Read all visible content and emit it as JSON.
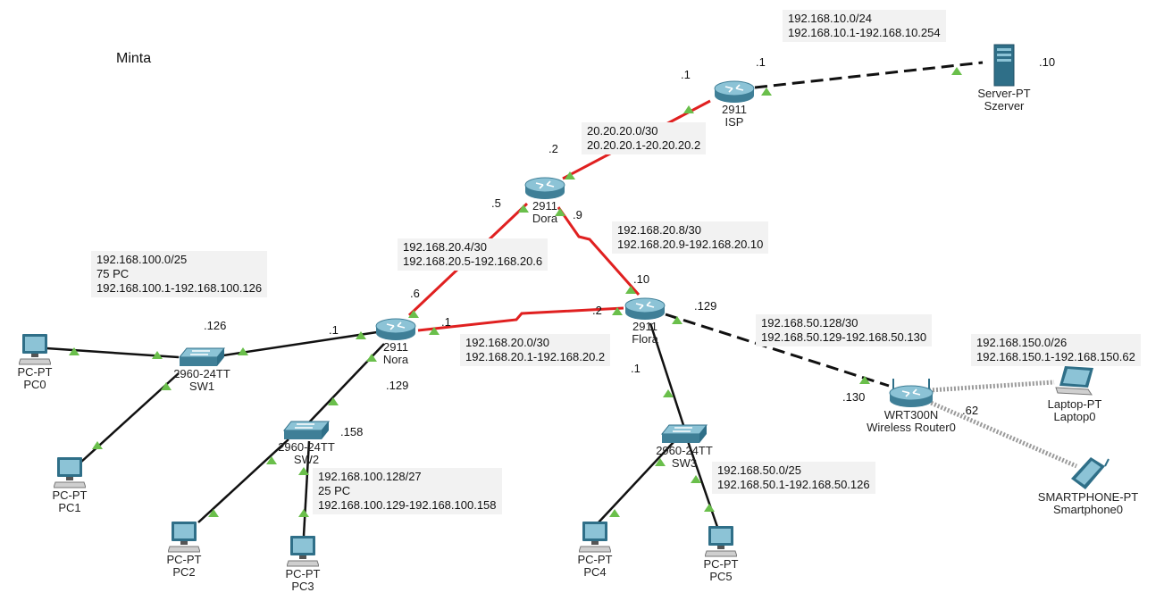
{
  "title": "Minta",
  "devices": {
    "isp": {
      "model": "2911",
      "name": "ISP",
      "icon": "router-icon"
    },
    "dora": {
      "model": "2911",
      "name": "Dora",
      "icon": "router-icon"
    },
    "nora": {
      "model": "2911",
      "name": "Nora",
      "icon": "router-icon"
    },
    "flora": {
      "model": "2911",
      "name": "Flora",
      "icon": "router-icon"
    },
    "server": {
      "model": "Server-PT",
      "name": "Szerver",
      "icon": "server-icon"
    },
    "sw1": {
      "model": "2960-24TT",
      "name": "SW1",
      "icon": "switch-icon"
    },
    "sw2": {
      "model": "2960-24TT",
      "name": "SW2",
      "icon": "switch-icon"
    },
    "sw3": {
      "model": "2960-24TT",
      "name": "SW3",
      "icon": "switch-icon"
    },
    "pc0": {
      "model": "PC-PT",
      "name": "PC0",
      "icon": "pc-icon"
    },
    "pc1": {
      "model": "PC-PT",
      "name": "PC1",
      "icon": "pc-icon"
    },
    "pc2": {
      "model": "PC-PT",
      "name": "PC2",
      "icon": "pc-icon"
    },
    "pc3": {
      "model": "PC-PT",
      "name": "PC3",
      "icon": "pc-icon"
    },
    "pc4": {
      "model": "PC-PT",
      "name": "PC4",
      "icon": "pc-icon"
    },
    "pc5": {
      "model": "PC-PT",
      "name": "PC5",
      "icon": "pc-icon"
    },
    "wrt": {
      "model": "WRT300N",
      "name": "Wireless Router0",
      "icon": "wireless-router-icon"
    },
    "laptop": {
      "model": "Laptop-PT",
      "name": "Laptop0",
      "icon": "laptop-icon"
    },
    "phone": {
      "model": "SMARTPHONE-PT",
      "name": "Smartphone0",
      "icon": "smartphone-icon"
    }
  },
  "notes": {
    "server_net": [
      "192.168.10.0/24",
      "192.168.10.1-192.168.10.254"
    ],
    "isp_dora": [
      "20.20.20.0/30",
      "20.20.20.1-20.20.20.2"
    ],
    "dora_nora": [
      "192.168.20.4/30",
      "192.168.20.5-192.168.20.6"
    ],
    "dora_flora": [
      "192.168.20.8/30",
      "192.168.20.9-192.168.20.10"
    ],
    "nora_lan1": [
      "192.168.100.0/25",
      "75 PC",
      "192.168.100.1-192.168.100.126"
    ],
    "nora_flora": [
      "192.168.20.0/30",
      "192.168.20.1-192.168.20.2"
    ],
    "flora_wrt": [
      "192.168.50.128/30",
      "192.168.50.129-192.168.50.130"
    ],
    "wireless": [
      "192.168.150.0/26",
      "192.168.150.1-192.168.150.62"
    ],
    "nora_lan2": [
      "192.168.100.128/27",
      "25 PC",
      "192.168.100.129-192.168.100.158"
    ],
    "flora_lan": [
      "192.168.50.0/25",
      "192.168.50.1-192.168.50.126"
    ]
  },
  "ips": {
    "isp_left": ".1",
    "isp_right": ".1",
    "server": ".10",
    "dora_top": ".2",
    "dora_left": ".5",
    "dora_right": ".9",
    "flora_top": ".10",
    "flora_right": ".129",
    "nora_top": ".6",
    "nora_right": ".1",
    "flora_left": ".2",
    "sw1_gw": ".126",
    "nora_left": ".1",
    "nora_down": ".129",
    "sw2_gw": ".158",
    "flora_down": ".1",
    "wrt_left": ".130",
    "wrt_lan": ".62"
  },
  "colors": {
    "serial": "#e02020",
    "ethernet": "#111111",
    "port_up": "#6abf4b",
    "note_bg": "#f2f2f2",
    "device": "#4a8fa8"
  }
}
